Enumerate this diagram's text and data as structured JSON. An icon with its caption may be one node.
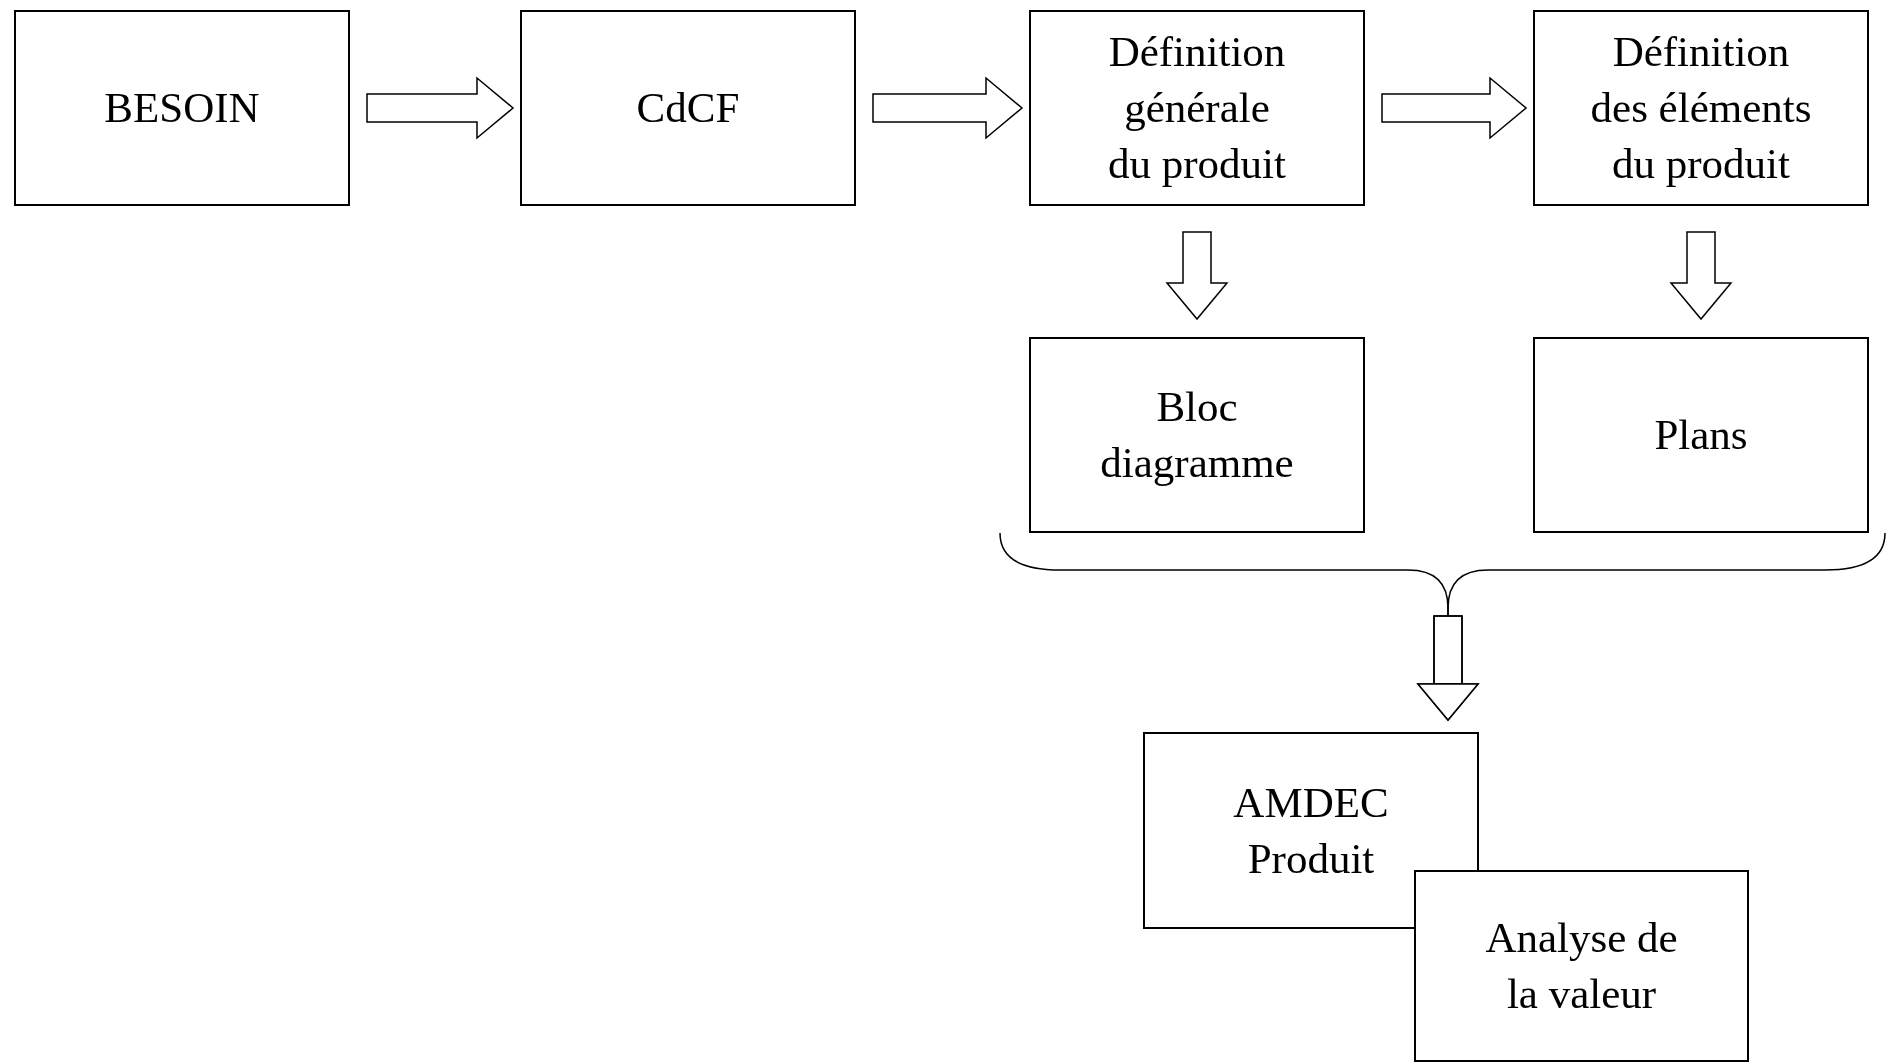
{
  "diagram": {
    "nodes": [
      {
        "text": [
          "BESOIN"
        ]
      },
      {
        "text": [
          "CdCF"
        ]
      },
      {
        "text": [
          "Définition générale du produit"
        ]
      },
      {
        "text": [
          "Définition des éléments du produit"
        ]
      },
      {
        "text": [
          "Bloc diagramme"
        ]
      },
      {
        "text": [
          "Plans"
        ]
      },
      {
        "text": [
          "AMDEC Produit"
        ]
      },
      {
        "text": [
          "Analyse de la valeur"
        ]
      }
    ],
    "edges": [
      {
        "from": 0,
        "to": 1,
        "arrow": "to"
      },
      {
        "from": 1,
        "to": 2,
        "arrow": "to"
      },
      {
        "from": 2,
        "to": 3,
        "arrow": "to"
      },
      {
        "from": 2,
        "to": 4,
        "arrow": "to"
      },
      {
        "from": 3,
        "to": 5,
        "arrow": "to"
      },
      {
        "from": 4,
        "to": 6,
        "arrow": "to"
      },
      {
        "from": 5,
        "to": 6,
        "arrow": "to"
      }
    ]
  }
}
